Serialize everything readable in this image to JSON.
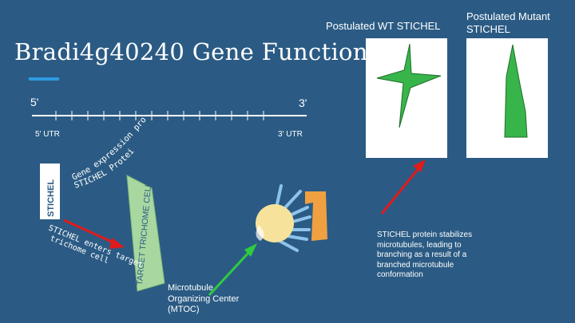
{
  "labels": {
    "postulated_wt": "Postulated WT STICHEL",
    "postulated_mutant": "Postulated Mutant STICHEL",
    "title": "Bradi4g40240 Gene Function",
    "five_prime": "5'",
    "three_prime": "3'",
    "utr5": "5' UTR",
    "utr3": "3' UTR",
    "curved_text": "Gene expression produces STICHEL Protein",
    "curve_line1": "Gene expression produces",
    "curve_line2": "STICHEL Protein",
    "stichel_box": "STICHEL",
    "target_cell": "TARGET TRICHOME CELL",
    "enters_line1": "STICHEL enters target",
    "enters_line2": "trichome cell",
    "mtoc": "Microtubule Organizing Center (MTOC)",
    "description": "STICHEL protein stabilizes microtubules, leading to branching as a result of a branched microtubule conformation"
  },
  "colors": {
    "background": "#2b5b84",
    "accent": "#2f9ae0",
    "trichome_fill": "#38b54a",
    "trichome_stroke": "#1f6e2a",
    "arrow_red": "#e01b1b",
    "arrow_green": "#2ecc40",
    "target_cell_fill": "#a8d8a0",
    "protein_orange": "#f0a040",
    "mtoc_fill": "#f6e29a",
    "microtubule": "#8ec4ec"
  },
  "icons": [
    "wt-trichome-icon",
    "mutant-trichome-icon",
    "protein-icon",
    "mtoc-icon"
  ]
}
